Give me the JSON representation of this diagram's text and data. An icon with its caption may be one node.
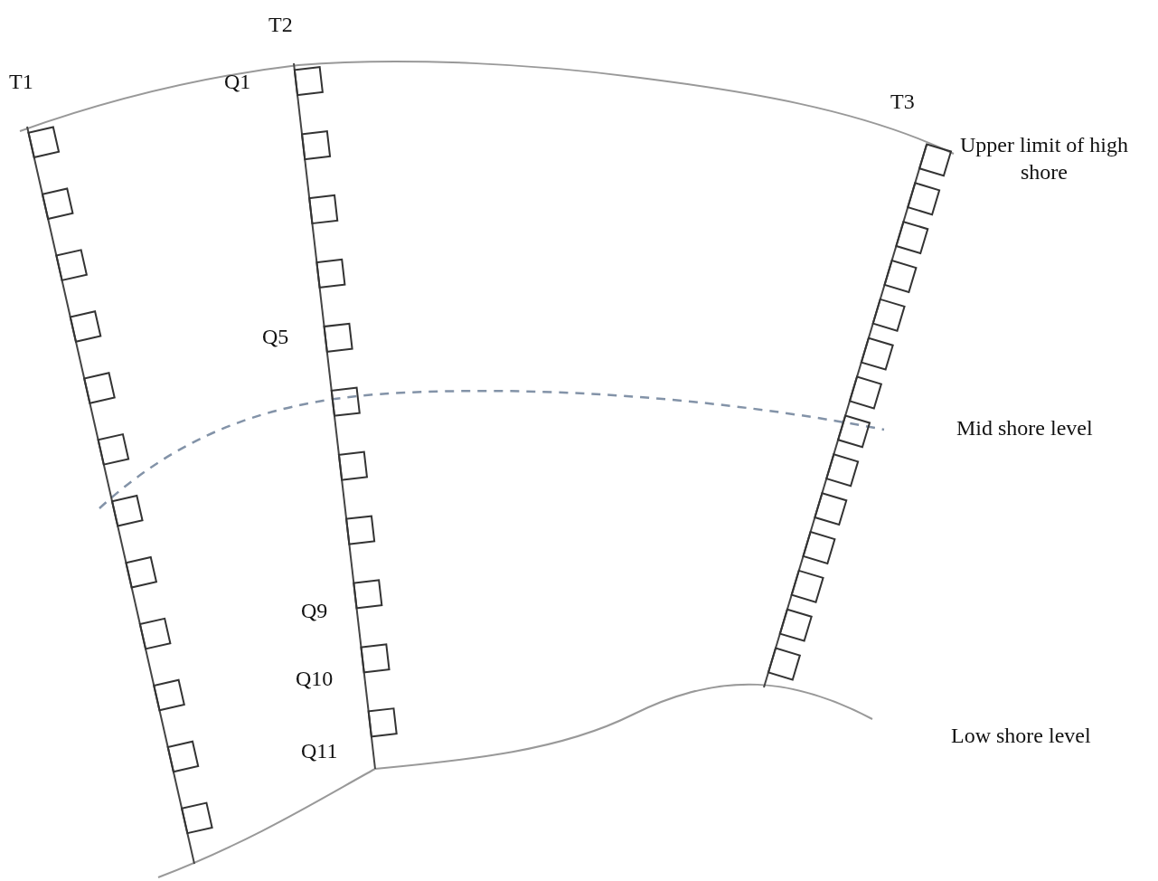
{
  "diagram": {
    "labels": [
      "T2",
      "T1",
      "Q1",
      "T3",
      "Upper limit of high shore",
      "Q5",
      "Mid shore level",
      "Q9",
      "Q10",
      "Low shore level",
      "Q11"
    ]
  }
}
